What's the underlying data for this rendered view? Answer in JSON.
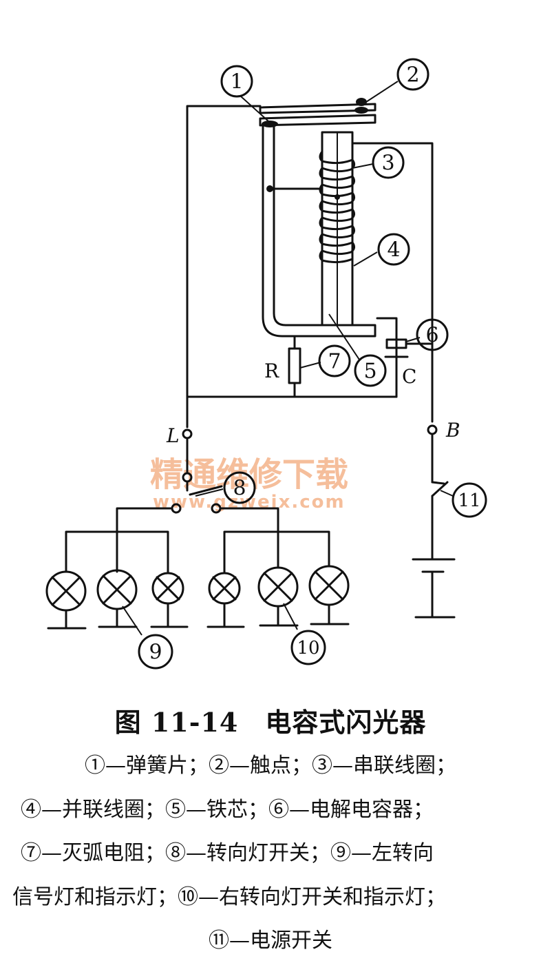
{
  "markers": {
    "m1": "1",
    "m2": "2",
    "m3": "3",
    "m4": "4",
    "m5": "5",
    "m6": "6",
    "m7": "7",
    "m8": "8",
    "m9": "9",
    "m10": "10",
    "m11": "11"
  },
  "labels": {
    "R": "R",
    "C": "C",
    "L": "L",
    "B": "B"
  },
  "watermark": {
    "cn": "精通维修下载",
    "url": "www.gzweix.com"
  },
  "caption": "图 11-14　电容式闪光器",
  "legend": {
    "line1": "①—弹簧片；②—触点；③—串联线圈；",
    "line2": "④—并联线圈；⑤—铁芯；⑥—电解电容器；",
    "line3": "⑦—灭弧电阻；⑧—转向灯开关；⑨—左转向",
    "line4": "信号灯和指示灯；⑩—右转向灯开关和指示灯；",
    "line5": "⑪—电源开关"
  }
}
